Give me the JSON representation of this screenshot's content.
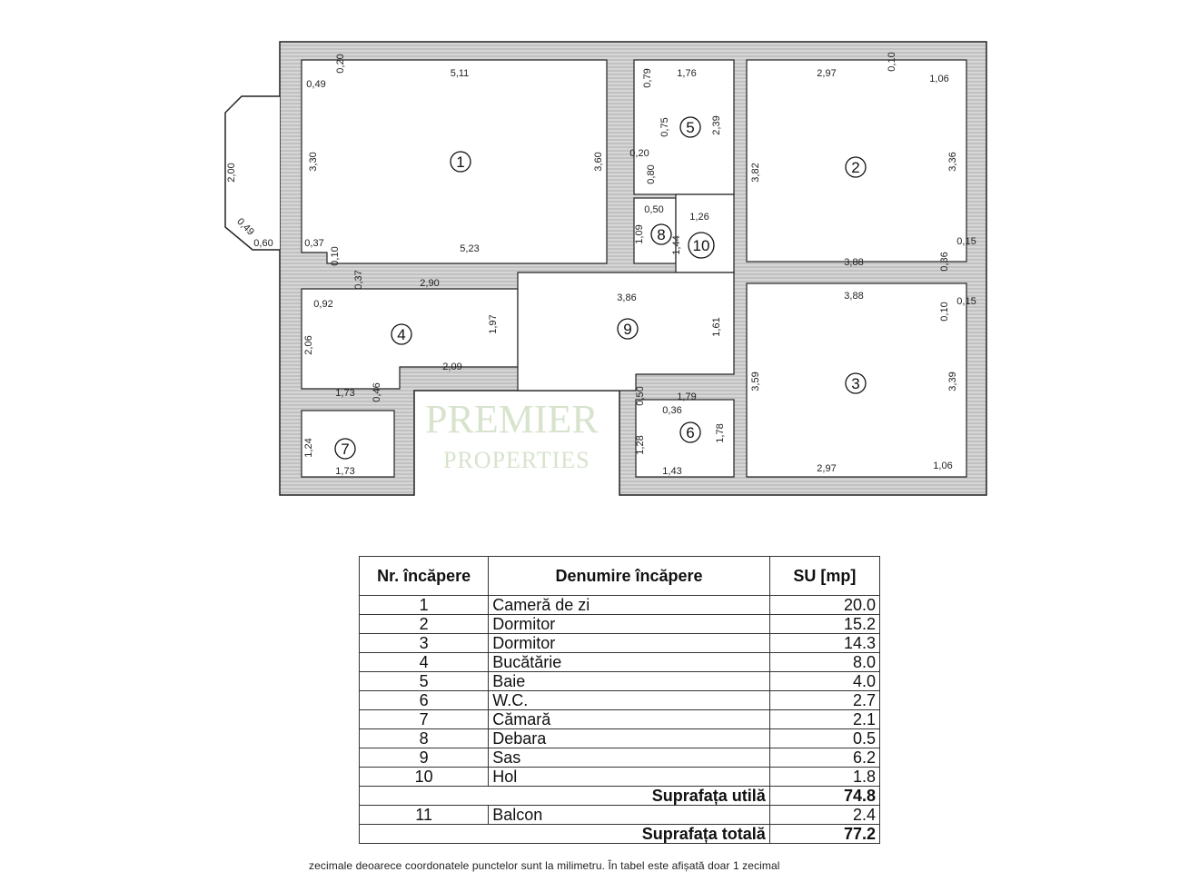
{
  "watermark": {
    "line1": "PREMIER",
    "line2": "PROPERTIES",
    "color": "#8caf6e"
  },
  "plan": {
    "room_numbers": [
      "1",
      "2",
      "3",
      "4",
      "5",
      "6",
      "7",
      "8",
      "9",
      "10"
    ],
    "dimensions": [
      "0,20",
      "5,11",
      "0,49",
      "3,30",
      "3,60",
      "2,00",
      "0,49",
      "0,60",
      "0,37",
      "5,23",
      "0,10",
      "0,37",
      "2,90",
      "0,92",
      "3,86",
      "1,97",
      "2,06",
      "2,09",
      "1,73",
      "0,46",
      "1,24",
      "1,73",
      "1,76",
      "0,79",
      "0,75",
      "2,39",
      "0,20",
      "0,80",
      "0,50",
      "1,26",
      "1,09",
      "1,44",
      "2,97",
      "0,10",
      "1,06",
      "3,82",
      "3,36",
      "0,15",
      "3,88",
      "0,36",
      "3,88",
      "0,10",
      "1,61",
      "3,59",
      "3,39",
      "1,79",
      "0,50",
      "0,36",
      "1,78",
      "1,28",
      "1,43",
      "2,97",
      "1,06",
      "0,15"
    ]
  },
  "table": {
    "headers": {
      "nr": "Nr. încăpere",
      "name": "Denumire încăpere",
      "su": "SU [mp]"
    },
    "rows": [
      {
        "nr": "1",
        "name": "Cameră de zi",
        "su": "20.0"
      },
      {
        "nr": "2",
        "name": "Dormitor",
        "su": "15.2"
      },
      {
        "nr": "3",
        "name": "Dormitor",
        "su": "14.3"
      },
      {
        "nr": "4",
        "name": "Bucătărie",
        "su": "8.0"
      },
      {
        "nr": "5",
        "name": "Baie",
        "su": "4.0"
      },
      {
        "nr": "6",
        "name": "W.C.",
        "su": "2.7"
      },
      {
        "nr": "7",
        "name": "Cămară",
        "su": "2.1"
      },
      {
        "nr": "8",
        "name": "Debara",
        "su": "0.5"
      },
      {
        "nr": "9",
        "name": "Sas",
        "su": "6.2"
      },
      {
        "nr": "10",
        "name": "Hol",
        "su": "1.8"
      }
    ],
    "useful_label": "Suprafața utilă",
    "useful_value": "74.8",
    "balcony": {
      "nr": "11",
      "name": "Balcon",
      "su": "2.4"
    },
    "total_label": "Suprafața totală",
    "total_value": "77.2"
  },
  "footnote": "zecimale deoarece coordonatele punctelor sunt la milimetru. În tabel este afișată doar 1 zecimal"
}
